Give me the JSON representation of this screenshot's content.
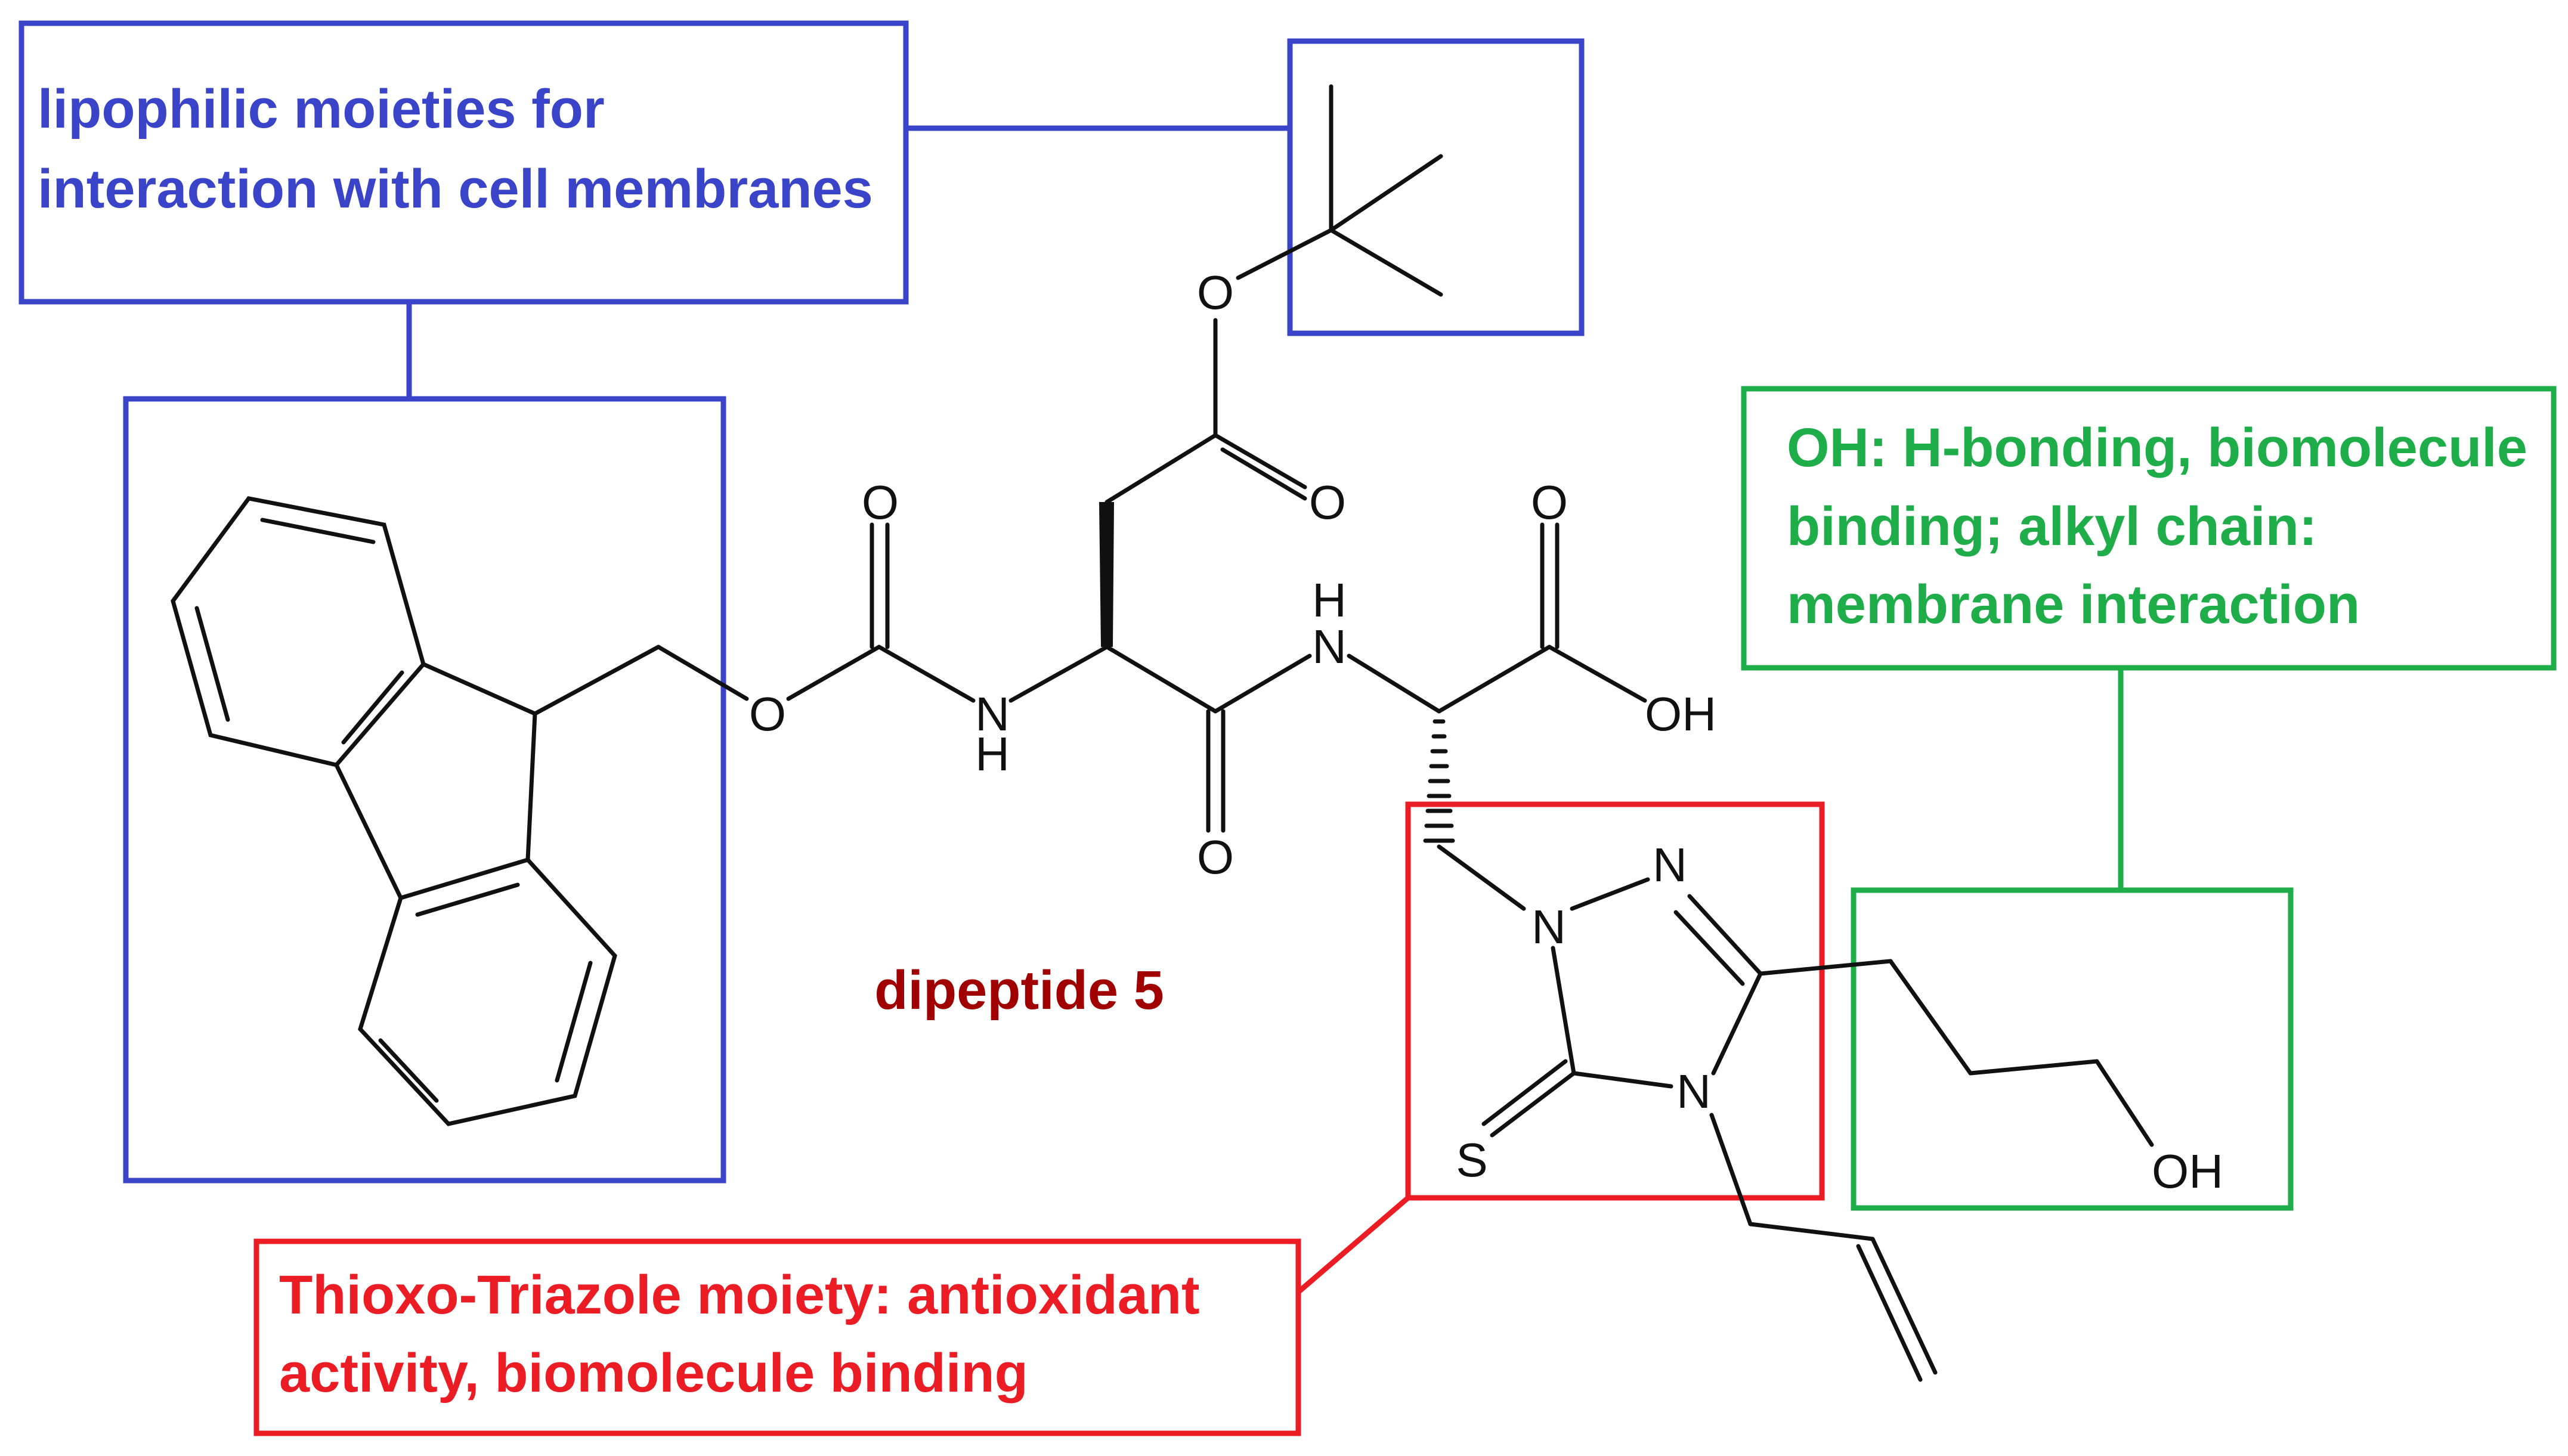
{
  "colors": {
    "blue": "#3a44c9",
    "green": "#1fad4a",
    "red": "#ec1c24",
    "title": "#a00000",
    "bond": "#111111"
  },
  "labels": {
    "lipophilic": {
      "line1": "lipophilic moieties for",
      "line2": "interaction with cell membranes"
    },
    "hydroxyl": {
      "line1": "OH: H-bonding, biomolecule",
      "line2": "binding; alkyl chain:",
      "line3": "membrane interaction"
    },
    "triazole": {
      "line1": "Thioxo-Triazole moiety: antioxidant",
      "line2": "activity, biomolecule binding"
    }
  },
  "compound_name": "dipeptide 5",
  "atoms": {
    "o_ester": "O",
    "o_carbamate_top": "O",
    "o_carbamate": "O",
    "nh1_n": "N",
    "nh1_h": "H",
    "o_ester_carbonyl": "O",
    "nh2_n": "N",
    "nh2_h": "H",
    "o_amide": "O",
    "o_acid": "O",
    "oh_acid": "OH",
    "n1": "N",
    "n2": "N",
    "n4": "N",
    "s": "S",
    "oh_chain": "OH"
  }
}
